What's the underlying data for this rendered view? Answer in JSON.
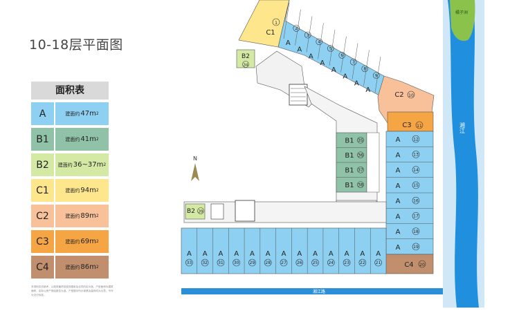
{
  "title": "10-18层平面图",
  "legend": {
    "header": "面积表",
    "prefix": "建面约",
    "items": [
      {
        "code": "A",
        "area": "47m",
        "color": "#8ed0f1"
      },
      {
        "code": "B1",
        "area": "41m",
        "color": "#90c2a7"
      },
      {
        "code": "B2",
        "area": "36~37m",
        "color": "#d3e9a4"
      },
      {
        "code": "C1",
        "area": "94m",
        "color": "#fde68c"
      },
      {
        "code": "C2",
        "area": "89m",
        "color": "#f8c199"
      },
      {
        "code": "C3",
        "area": "69m",
        "color": "#f6a545"
      },
      {
        "code": "C4",
        "area": "86m",
        "color": "#c18f6e"
      }
    ]
  },
  "footnote": "本资料仅供参考，以政府最终批准的图纸及合同约定为准。户型面积为建筑面积，实际以房产测绘报告为准。户型图中所示家具及装饰均为示意，不作为交付标准。",
  "river": {
    "name": "湘江",
    "island": "橘子洲",
    "road": "湘江路"
  },
  "compass": "N",
  "top_wing": {
    "corner": {
      "code": "C1",
      "num": "1"
    },
    "b2": {
      "code": "B2",
      "num": "34"
    },
    "units": [
      "2",
      "3",
      "4",
      "5",
      "6",
      "7",
      "8",
      "9"
    ]
  },
  "corner_c2": {
    "code": "C2",
    "num": "10"
  },
  "east_wing": {
    "c3": {
      "code": "C3",
      "num": "11"
    },
    "units": [
      "12",
      "13",
      "14",
      "15",
      "16",
      "17",
      "18",
      "19"
    ],
    "c4": {
      "code": "C4",
      "num": "20"
    }
  },
  "bottom_wing": {
    "units": [
      "33",
      "32",
      "31",
      "30",
      "29",
      "28",
      "27",
      "26",
      "25",
      "24",
      "23",
      "22",
      "21"
    ],
    "b2": {
      "code": "B2",
      "num": "39"
    }
  },
  "b1_units": [
    {
      "code": "B1",
      "num": "35"
    },
    {
      "code": "B1",
      "num": "36"
    },
    {
      "code": "B1",
      "num": "37"
    },
    {
      "code": "B1",
      "num": "38"
    }
  ]
}
